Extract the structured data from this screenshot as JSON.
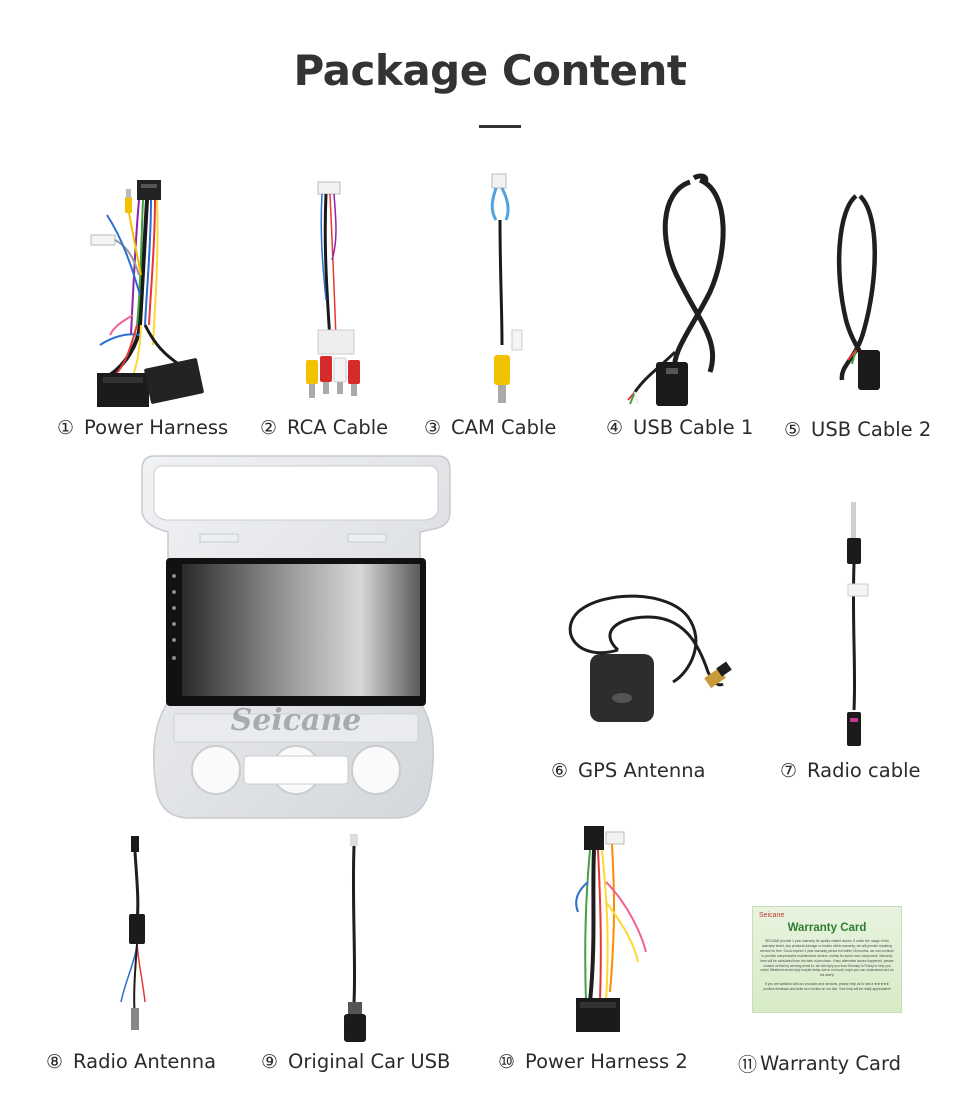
{
  "page": {
    "title": "Package Content"
  },
  "items": [
    {
      "num": "①",
      "label": "Power Harness"
    },
    {
      "num": "②",
      "label": "RCA Cable"
    },
    {
      "num": "③",
      "label": "CAM Cable"
    },
    {
      "num": "④",
      "label": "USB Cable 1"
    },
    {
      "num": "⑤",
      "label": "USB Cable 2"
    },
    {
      "num": "⑥",
      "label": "GPS Antenna"
    },
    {
      "num": "⑦",
      "label": "Radio cable"
    },
    {
      "num": "⑧",
      "label": "Radio Antenna"
    },
    {
      "num": "⑨",
      "label": "Original Car USB"
    },
    {
      "num": "⑩",
      "label": "Power Harness 2"
    },
    {
      "num": "⑪",
      "label": "Warranty Card"
    }
  ],
  "head_unit": {
    "watermark": "Seicane"
  },
  "warranty_card": {
    "brand": "Seicane",
    "title": "Warranty Card",
    "body": "SEICANE provide 1 year warranty for quality related issues. If under the usage of the warranty sheet, any products damage or broken within warranty, we will provide repairing service for free. Good expired 1 year warranty period but within 18 months, we can continue to provide compensable maintenance service, mainly for some core component. Warranty time will be calculated from the date of purchase. If any aftersales issues happened, please contact us first by sending email to, we will reply you from Monday to Friday to help you solve! Weekend email reply maybe delay due to not work, hope you can understand and do not worry!",
    "footer": "If you are satisfied with our products and services, please help us to rate a ★★★★★ positive feedback and write us a review on our site. Your help will be really appreciated!"
  },
  "colors": {
    "title": "#333333",
    "caption": "#2b2b2b",
    "cable_black": "#1c1c1c",
    "rca_yellow": "#f2c200",
    "rca_red": "#d62b2b",
    "frame_silver": "#e3e5e8",
    "warranty_green": "#2e7d32",
    "warranty_bg": "#e1efd5"
  }
}
